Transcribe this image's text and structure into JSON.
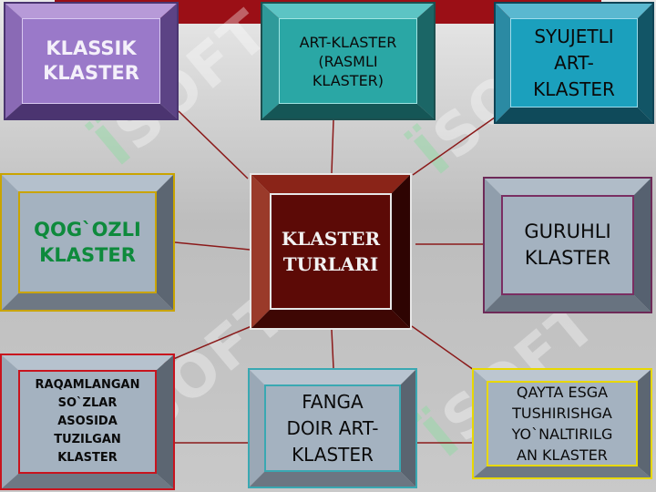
{
  "watermark": "SOFT",
  "center": {
    "label": "KLASTER\nTURLARI"
  },
  "boxes": {
    "klassik": "KLASSIK\nKLASTER",
    "art": "ART-KLASTER\n(RASMLI\nKLASTER)",
    "syujetli": "SYUJETLI\nART-\nKLASTER",
    "qogozli": "QOG`OZLI\nKLASTER",
    "guruhli": "GURUHLI\nKLASTER",
    "raqamlangan": "RAQAMLANGAN\nSO`ZLAR\nASOSIDA\nTUZILGAN\nKLASTER",
    "fanga": "FANGA\nDOIR ART-\nKLASTER",
    "qayta": "QAYTA ESGA\nTUSHIRISHGA\nYO`NALTIRILG\nAN KLASTER"
  },
  "colors": {
    "accent_band": "#9b0f16",
    "connector": "#8b1a1a",
    "center_fill": "#5c0a06"
  }
}
